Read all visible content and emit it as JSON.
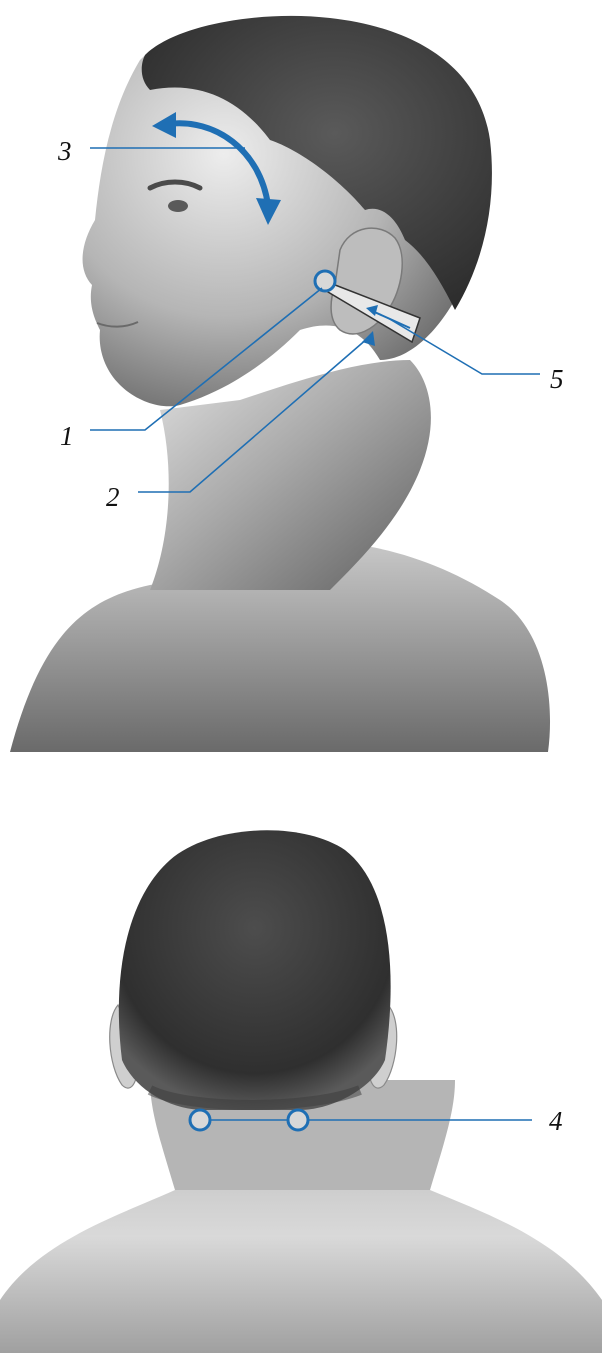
{
  "figure_side": {
    "labels": {
      "one": "1",
      "two": "2",
      "three": "3",
      "five": "5"
    }
  },
  "figure_back": {
    "labels": {
      "four": "4"
    }
  },
  "colors": {
    "accent": "#1f6fb4",
    "skin_dark": "#4a4a4a",
    "skin_mid": "#8f8f8f",
    "skin_light": "#d9d9d9"
  }
}
